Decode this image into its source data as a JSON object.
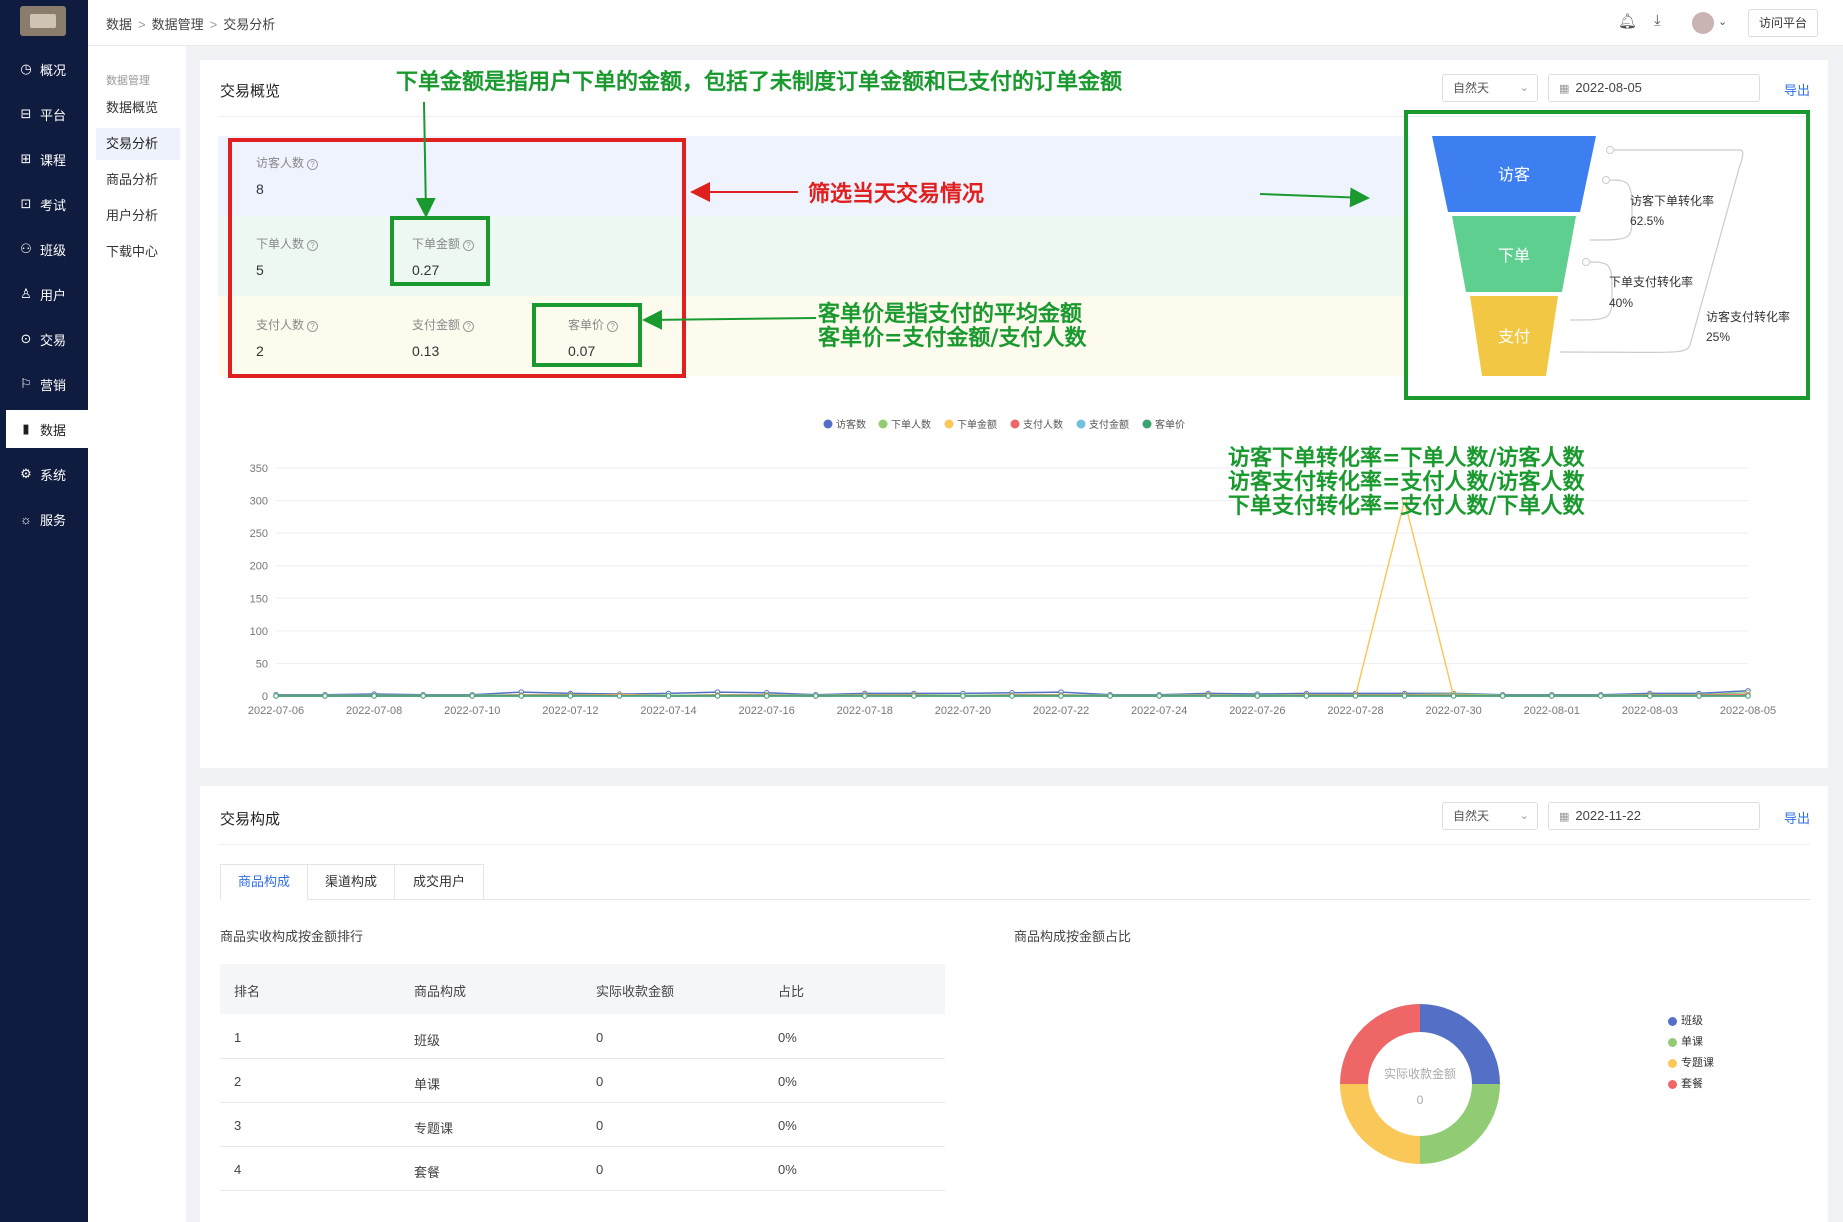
{
  "sidebar": {
    "items": [
      {
        "label": "概况",
        "icon": "◷"
      },
      {
        "label": "平台",
        "icon": "⊟"
      },
      {
        "label": "课程",
        "icon": "⊞"
      },
      {
        "label": "考试",
        "icon": "⊡"
      },
      {
        "label": "班级",
        "icon": "⚇"
      },
      {
        "label": "用户",
        "icon": "♙"
      },
      {
        "label": "交易",
        "icon": "⊙"
      },
      {
        "label": "营销",
        "icon": "⚐"
      },
      {
        "label": "数据",
        "icon": "▮"
      },
      {
        "label": "系统",
        "icon": "⚙"
      },
      {
        "label": "服务",
        "icon": "☼"
      }
    ]
  },
  "subnav": {
    "head": "数据管理",
    "items": [
      "数据概览",
      "交易分析",
      "商品分析",
      "用户分析",
      "下载中心"
    ]
  },
  "breadcrumb": [
    "数据",
    "数据管理",
    "交易分析"
  ],
  "topbar": {
    "visit_label": "访问平台"
  },
  "overview": {
    "title": "交易概览",
    "period": "自然天",
    "date": "2022-08-05",
    "export": "导出",
    "metrics": {
      "visitors": {
        "label": "访客人数",
        "value": "8"
      },
      "order_users": {
        "label": "下单人数",
        "value": "5"
      },
      "order_amount": {
        "label": "下单金额",
        "value": "0.27"
      },
      "pay_users": {
        "label": "支付人数",
        "value": "2"
      },
      "pay_amount": {
        "label": "支付金额",
        "value": "0.13"
      },
      "avg_price": {
        "label": "客单价",
        "value": "0.07"
      }
    },
    "funnel": {
      "stages": [
        "访客",
        "下单",
        "支付"
      ],
      "colors": [
        "#3d7ff0",
        "#5fcf8f",
        "#f2c744"
      ],
      "rates": [
        {
          "label": "访客下单转化率",
          "value": "62.5%"
        },
        {
          "label": "下单支付转化率",
          "value": "40%"
        },
        {
          "label": "访客支付转化率",
          "value": "25%"
        }
      ]
    }
  },
  "annotations": {
    "top": "下单金额是指用户下单的金额，包括了未制度订单金额和已支付的订单金额",
    "filter": "筛选当天交易情况",
    "avg1": "客单价是指支付的平均金额",
    "avg2": "客单价=支付金额/支付人数",
    "rate1": "访客下单转化率=下单人数/访客人数",
    "rate2": "访客支付转化率=支付人数/访客人数",
    "rate3": "下单支付转化率=支付人数/下单人数"
  },
  "chart_data": {
    "type": "line",
    "title": "",
    "xlabel": "",
    "ylabel": "",
    "ylim": [
      0,
      350
    ],
    "yticks": [
      0,
      50,
      100,
      150,
      200,
      250,
      300,
      350
    ],
    "x": [
      "2022-07-06",
      "2022-07-07",
      "2022-07-08",
      "2022-07-09",
      "2022-07-10",
      "2022-07-11",
      "2022-07-12",
      "2022-07-13",
      "2022-07-14",
      "2022-07-15",
      "2022-07-16",
      "2022-07-17",
      "2022-07-18",
      "2022-07-19",
      "2022-07-20",
      "2022-07-21",
      "2022-07-22",
      "2022-07-23",
      "2022-07-24",
      "2022-07-25",
      "2022-07-26",
      "2022-07-27",
      "2022-07-28",
      "2022-07-29",
      "2022-07-30",
      "2022-07-31",
      "2022-08-01",
      "2022-08-02",
      "2022-08-03",
      "2022-08-04",
      "2022-08-05"
    ],
    "xtick_labels": [
      "2022-07-06",
      "2022-07-08",
      "2022-07-10",
      "2022-07-12",
      "2022-07-14",
      "2022-07-16",
      "2022-07-18",
      "2022-07-20",
      "2022-07-22",
      "2022-07-24",
      "2022-07-26",
      "2022-07-28",
      "2022-07-30",
      "2022-08-01",
      "2022-08-03",
      "2022-08-05"
    ],
    "legend_position": "top-center",
    "grid": true,
    "series": [
      {
        "name": "访客数",
        "color": "#5470c6",
        "values": [
          2,
          2,
          3,
          2,
          2,
          6,
          4,
          3,
          4,
          6,
          5,
          2,
          4,
          4,
          4,
          5,
          6,
          2,
          2,
          4,
          3,
          4,
          4,
          4,
          4,
          2,
          2,
          2,
          4,
          4,
          8
        ]
      },
      {
        "name": "下单人数",
        "color": "#91cc75",
        "values": [
          1,
          1,
          1,
          1,
          1,
          2,
          2,
          2,
          1,
          2,
          2,
          1,
          2,
          2,
          1,
          2,
          2,
          1,
          1,
          2,
          1,
          2,
          2,
          2,
          3,
          1,
          1,
          1,
          2,
          2,
          5
        ]
      },
      {
        "name": "下单金额",
        "color": "#fac858",
        "values": [
          0,
          0,
          0,
          0,
          0,
          0,
          0,
          2,
          0,
          0,
          0,
          0,
          0,
          0,
          0,
          0,
          0,
          0,
          0,
          0,
          0,
          0,
          0,
          300,
          0,
          0,
          0,
          0,
          0,
          0,
          0.27
        ]
      },
      {
        "name": "支付人数",
        "color": "#ee6666",
        "values": [
          0,
          0,
          0,
          0,
          0,
          1,
          1,
          1,
          0,
          1,
          1,
          0,
          1,
          1,
          0,
          1,
          1,
          0,
          0,
          1,
          0,
          1,
          1,
          1,
          1,
          0,
          0,
          0,
          1,
          1,
          2
        ]
      },
      {
        "name": "支付金额",
        "color": "#73c0de",
        "values": [
          0,
          0,
          0,
          0,
          0,
          0,
          0,
          0,
          0,
          0,
          0,
          0,
          0,
          0,
          0,
          0,
          0,
          0,
          0,
          0,
          0,
          0,
          0,
          0,
          0,
          0,
          0,
          0,
          0,
          0,
          0.13
        ]
      },
      {
        "name": "客单价",
        "color": "#3ba272",
        "values": [
          0,
          0,
          0,
          0,
          0,
          0,
          0,
          0,
          0,
          0,
          0,
          0,
          0,
          0,
          0,
          0,
          0,
          0,
          0,
          0,
          0,
          0,
          0,
          0,
          0,
          0,
          0,
          0,
          0,
          0,
          0.07
        ]
      }
    ]
  },
  "composition": {
    "title": "交易构成",
    "period": "自然天",
    "date": "2022-11-22",
    "export": "导出",
    "tabs": [
      "商品构成",
      "渠道构成",
      "成交用户"
    ],
    "table_title": "商品实收构成按金额排行",
    "pie_title": "商品构成按金额占比",
    "columns": [
      "排名",
      "商品构成",
      "实际收款金额",
      "占比"
    ],
    "rows": [
      [
        "1",
        "班级",
        "0",
        "0%"
      ],
      [
        "2",
        "单课",
        "0",
        "0%"
      ],
      [
        "3",
        "专题课",
        "0",
        "0%"
      ],
      [
        "4",
        "套餐",
        "0",
        "0%"
      ]
    ],
    "pie": {
      "center_label": "实际收款金额",
      "center_value": "0",
      "legend": [
        {
          "name": "班级",
          "color": "#5470c6"
        },
        {
          "name": "单课",
          "color": "#91cc75"
        },
        {
          "name": "专题课",
          "color": "#fac858"
        },
        {
          "name": "套餐",
          "color": "#ee6666"
        }
      ]
    }
  }
}
